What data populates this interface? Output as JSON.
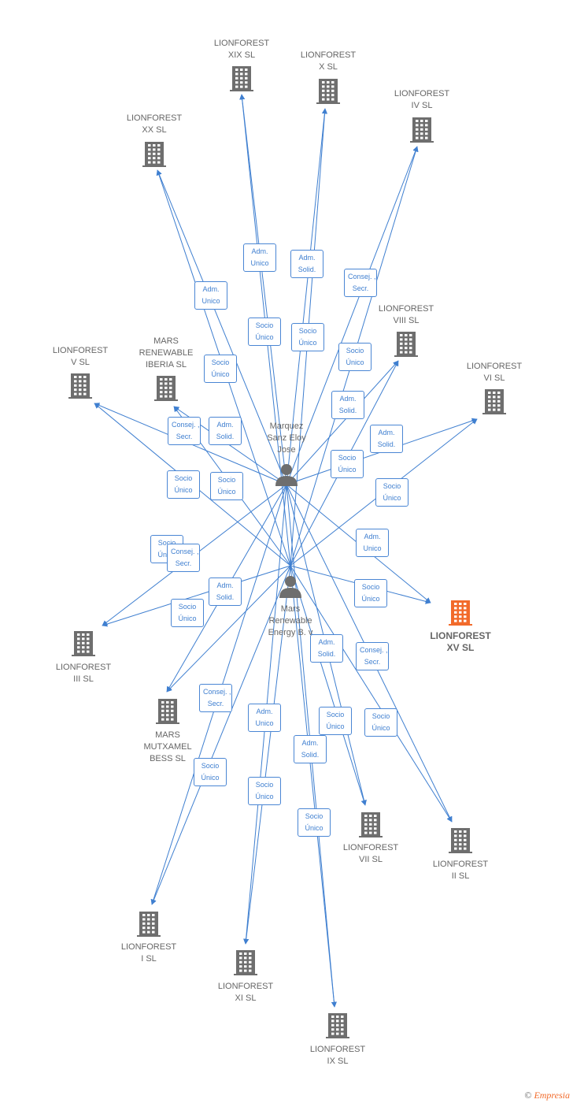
{
  "nodes": [
    {
      "id": "xix",
      "type": "company",
      "lines": [
        "LIONFOREST",
        "XIX  SL"
      ]
    },
    {
      "id": "x",
      "type": "company",
      "lines": [
        "LIONFOREST",
        "X  SL"
      ]
    },
    {
      "id": "iv",
      "type": "company",
      "lines": [
        "LIONFOREST",
        "IV  SL"
      ]
    },
    {
      "id": "xx",
      "type": "company",
      "lines": [
        "LIONFOREST",
        "XX  SL"
      ]
    },
    {
      "id": "viii",
      "type": "company",
      "lines": [
        "LIONFOREST",
        "VIII  SL"
      ]
    },
    {
      "id": "v",
      "type": "company",
      "lines": [
        "LIONFOREST",
        "V  SL"
      ]
    },
    {
      "id": "mri",
      "type": "company",
      "lines": [
        "MARS",
        "RENEWABLE",
        "IBERIA  SL"
      ]
    },
    {
      "id": "vi",
      "type": "company",
      "lines": [
        "LIONFOREST",
        "VI  SL"
      ]
    },
    {
      "id": "marquez",
      "type": "person",
      "lines": [
        "Marquez",
        "Sanz Eloy",
        "Jose"
      ]
    },
    {
      "id": "mars",
      "type": "person",
      "lines": [
        "Mars",
        "Renewable",
        "Energy B. v"
      ]
    },
    {
      "id": "xv",
      "type": "company",
      "highlight": true,
      "lines": [
        "LIONFOREST",
        "XV  SL"
      ]
    },
    {
      "id": "iii",
      "type": "company",
      "lines": [
        "LIONFOREST",
        "III  SL"
      ]
    },
    {
      "id": "mmb",
      "type": "company",
      "lines": [
        "MARS",
        "MUTXAMEL",
        "BESS  SL"
      ]
    },
    {
      "id": "vii",
      "type": "company",
      "lines": [
        "LIONFOREST",
        "VII  SL"
      ]
    },
    {
      "id": "ii",
      "type": "company",
      "lines": [
        "LIONFOREST",
        "II  SL"
      ]
    },
    {
      "id": "i",
      "type": "company",
      "lines": [
        "LIONFOREST",
        "I  SL"
      ]
    },
    {
      "id": "xi",
      "type": "company",
      "lines": [
        "LIONFOREST",
        "XI  SL"
      ]
    },
    {
      "id": "ix",
      "type": "company",
      "lines": [
        "LIONFOREST",
        "IX  SL"
      ]
    }
  ],
  "edges": [
    {
      "from": "marquez",
      "to": "xix",
      "label": [
        "Adm.",
        "Unico"
      ]
    },
    {
      "from": "mars",
      "to": "xix",
      "label": [
        "Socio",
        "Único"
      ]
    },
    {
      "from": "marquez",
      "to": "x",
      "label": [
        "Adm.",
        "Solid."
      ]
    },
    {
      "from": "mars",
      "to": "x",
      "label": [
        "Socio",
        "Único"
      ]
    },
    {
      "from": "marquez",
      "to": "iv",
      "label": [
        "Consej. ,",
        "Secr."
      ]
    },
    {
      "from": "mars",
      "to": "iv",
      "label": [
        "Socio",
        "Único"
      ]
    },
    {
      "from": "marquez",
      "to": "xx",
      "label": [
        "Adm.",
        "Unico"
      ]
    },
    {
      "from": "mars",
      "to": "xx",
      "label": [
        "Socio",
        "Único"
      ]
    },
    {
      "from": "marquez",
      "to": "viii",
      "label": [
        "Adm.",
        "Solid."
      ]
    },
    {
      "from": "mars",
      "to": "viii",
      "label": [
        "Socio",
        "Único"
      ]
    },
    {
      "from": "marquez",
      "to": "mri",
      "label": [
        "Adm.",
        "Solid."
      ]
    },
    {
      "from": "mars",
      "to": "mri",
      "label": [
        "Socio",
        "Único"
      ]
    },
    {
      "from": "marquez",
      "to": "v",
      "label": [
        "Consej. ,",
        "Secr."
      ]
    },
    {
      "from": "mars",
      "to": "v",
      "label": [
        "Socio",
        "Único"
      ]
    },
    {
      "from": "marquez",
      "to": "vi",
      "label": [
        "Adm.",
        "Solid."
      ]
    },
    {
      "from": "mars",
      "to": "vi",
      "label": [
        "Socio",
        "Único"
      ]
    },
    {
      "from": "marquez",
      "to": "xv",
      "label": [
        "Adm.",
        "Unico"
      ]
    },
    {
      "from": "mars",
      "to": "xv",
      "label": [
        "Socio",
        "Único"
      ]
    },
    {
      "from": "marquez",
      "to": "iii",
      "label": [
        "Socio",
        "Único"
      ]
    },
    {
      "from": "mars",
      "to": "iii",
      "label": [
        "Socio",
        "Único"
      ]
    },
    {
      "from": "marquez",
      "to": "mmb",
      "label": [
        "Consej. ,",
        "Secr."
      ]
    },
    {
      "from": "mars",
      "to": "mmb",
      "label": [
        "Adm.",
        "Solid."
      ]
    },
    {
      "from": "marquez",
      "to": "vii",
      "label": [
        "Adm.",
        "Solid."
      ]
    },
    {
      "from": "mars",
      "to": "vii",
      "label": [
        "Socio",
        "Único"
      ]
    },
    {
      "from": "marquez",
      "to": "ii",
      "label": [
        "Consej. ,",
        "Secr."
      ]
    },
    {
      "from": "mars",
      "to": "ii",
      "label": [
        "Socio",
        "Único"
      ]
    },
    {
      "from": "marquez",
      "to": "i",
      "label": [
        "Consej. ,",
        "Secr."
      ]
    },
    {
      "from": "mars",
      "to": "i",
      "label": [
        "Socio",
        "Único"
      ]
    },
    {
      "from": "marquez",
      "to": "xi",
      "label": [
        "Adm.",
        "Unico"
      ]
    },
    {
      "from": "mars",
      "to": "xi",
      "label": [
        "Socio",
        "Único"
      ]
    },
    {
      "from": "marquez",
      "to": "ix",
      "label": [
        "Adm.",
        "Solid."
      ]
    },
    {
      "from": "mars",
      "to": "ix",
      "label": [
        "Socio",
        "Único"
      ]
    }
  ],
  "colors": {
    "edge": "#3f7fd0",
    "company": "#6e6e6e",
    "highlight": "#f26b2b",
    "person": "#6e6e6e"
  },
  "footer": {
    "copyright": "©",
    "brand": "Empresia"
  }
}
